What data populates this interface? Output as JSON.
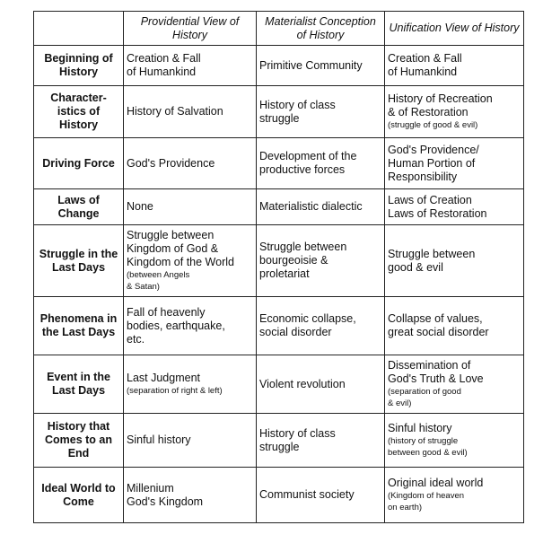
{
  "headers": [
    "",
    "Providential View of History",
    "Materialist Conception of History",
    "Unification View of History"
  ],
  "rows": [
    {
      "label": "Beginning of History",
      "cells": [
        [
          {
            "t": "Creation & Fall"
          },
          {
            "t": "of Humankind"
          }
        ],
        [
          {
            "t": "Primitive Community"
          }
        ],
        [
          {
            "t": "Creation & Fall"
          },
          {
            "t": "of Humankind"
          }
        ]
      ]
    },
    {
      "label": "Character-istics of History",
      "cells": [
        [
          {
            "t": "History of Salvation"
          }
        ],
        [
          {
            "t": "History of class"
          },
          {
            "t": "struggle"
          }
        ],
        [
          {
            "t": "History of Recreation"
          },
          {
            "t": "& of Restoration"
          },
          {
            "t": "(struggle of good & evil)",
            "s": true
          }
        ]
      ]
    },
    {
      "label": "Driving Force",
      "cells": [
        [
          {
            "t": "God's Providence"
          }
        ],
        [
          {
            "t": "Development of the"
          },
          {
            "t": "productive forces"
          }
        ],
        [
          {
            "t": "God's Providence/"
          },
          {
            "t": "Human Portion of"
          },
          {
            "t": "Responsibility"
          }
        ]
      ]
    },
    {
      "label": "Laws of Change",
      "cells": [
        [
          {
            "t": "None"
          }
        ],
        [
          {
            "t": "Materialistic dialectic"
          }
        ],
        [
          {
            "t": "Laws of Creation"
          },
          {
            "t": "Laws of Restoration"
          }
        ]
      ]
    },
    {
      "label": "Struggle in the Last Days",
      "cells": [
        [
          {
            "t": "Struggle between"
          },
          {
            "t": "Kingdom of God &"
          },
          {
            "t": "Kingdom of the World"
          },
          {
            "t": "(between Angels",
            "s": true
          },
          {
            "t": "& Satan)",
            "s": true
          }
        ],
        [
          {
            "t": "Struggle between"
          },
          {
            "t": "bourgeoisie &"
          },
          {
            "t": "proletariat"
          }
        ],
        [
          {
            "t": "Struggle between"
          },
          {
            "t": "good & evil"
          }
        ]
      ]
    },
    {
      "label": "Phenomena in the Last Days",
      "cells": [
        [
          {
            "t": "Fall of heavenly"
          },
          {
            "t": "bodies, earthquake,"
          },
          {
            "t": "etc."
          }
        ],
        [
          {
            "t": "Economic collapse,"
          },
          {
            "t": "social disorder"
          }
        ],
        [
          {
            "t": "Collapse of values,"
          },
          {
            "t": "great social disorder"
          }
        ]
      ]
    },
    {
      "label": "Event in the Last Days",
      "cells": [
        [
          {
            "t": "Last Judgment"
          },
          {
            "t": "(separation of right & left)",
            "s": true
          }
        ],
        [
          {
            "t": "Violent revolution"
          }
        ],
        [
          {
            "t": "Dissemination of"
          },
          {
            "t": "God's Truth & Love"
          },
          {
            "t": "(separation of good",
            "s": true
          },
          {
            "t": "& evil)",
            "s": true
          }
        ]
      ]
    },
    {
      "label": "History that Comes to an End",
      "cells": [
        [
          {
            "t": "Sinful history"
          }
        ],
        [
          {
            "t": "History of class"
          },
          {
            "t": "struggle"
          }
        ],
        [
          {
            "t": "Sinful history"
          },
          {
            "t": "(history of struggle",
            "s": true
          },
          {
            "t": "between good & evil)",
            "s": true
          }
        ]
      ]
    },
    {
      "label": "Ideal World to Come",
      "cells": [
        [
          {
            "t": "Millenium"
          },
          {
            "t": "God's Kingdom"
          }
        ],
        [
          {
            "t": "Communist society"
          }
        ],
        [
          {
            "t": "Original ideal world"
          },
          {
            "t": "(Kingdom of heaven",
            "s": true
          },
          {
            "t": "on earth)",
            "s": true
          }
        ]
      ]
    }
  ]
}
